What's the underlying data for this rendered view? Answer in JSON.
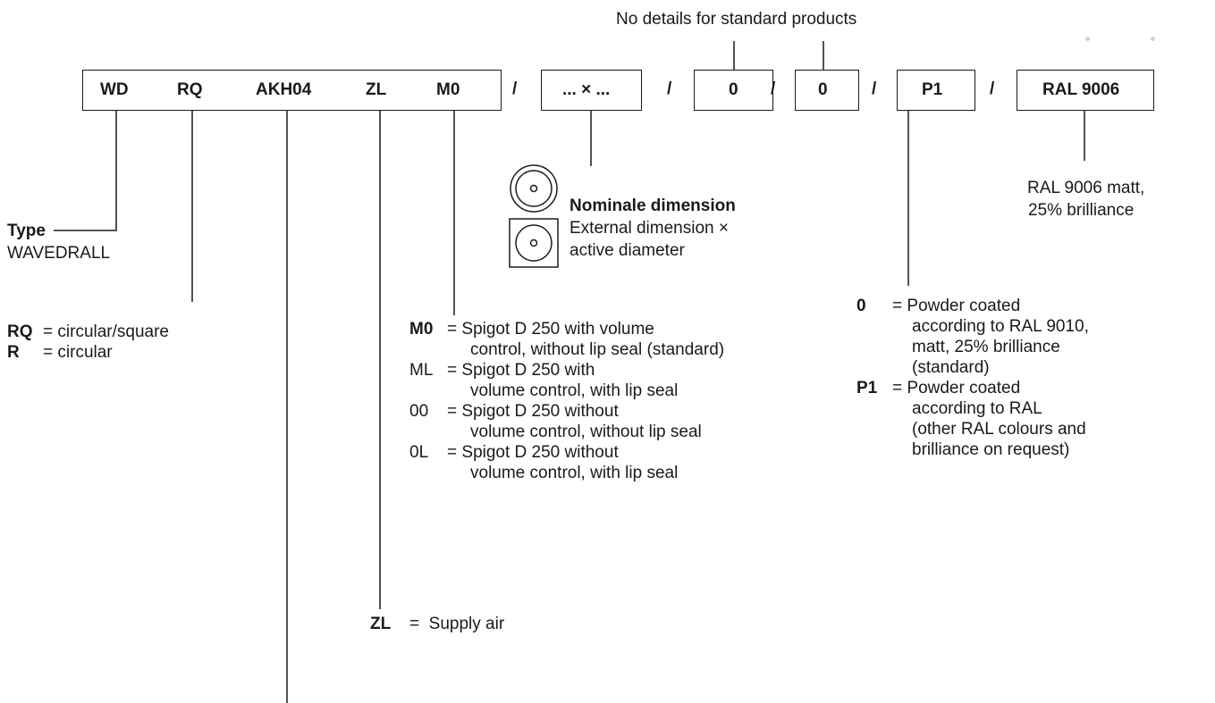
{
  "header_note": "No details for standard products",
  "codes": {
    "wd": "WD",
    "rq": "RQ",
    "akh": "AKH04",
    "zl": "ZL",
    "m0": "M0",
    "dim": "... × ...",
    "zero1": "0",
    "zero2": "0",
    "p1": "P1",
    "ral": "RAL 9006",
    "slash": "/"
  },
  "type": {
    "label": "Type",
    "value": "WAVEDRALL"
  },
  "rq_options": [
    {
      "code": "RQ",
      "eq": "=",
      "text": "circular/square"
    },
    {
      "code": "R",
      "eq": "=",
      "text": "circular"
    }
  ],
  "m_options": [
    {
      "code": "M0",
      "eq": "=",
      "line1": "Spigot D 250 with volume",
      "line2": "control, without lip seal (standard)"
    },
    {
      "code": "ML",
      "eq": "=",
      "line1": "Spigot D 250 with",
      "line2": "volume control, with lip seal"
    },
    {
      "code": "00",
      "eq": "=",
      "line1": "Spigot D 250 without",
      "line2": "volume control, without lip seal"
    },
    {
      "code": "0L",
      "eq": "=",
      "line1": "Spigot D 250 without",
      "line2": "volume control, with lip seal"
    }
  ],
  "dimension": {
    "title": "Nominale dimension",
    "line1": "External dimension ×",
    "line2": "active diameter"
  },
  "ral_note": {
    "line1": "RAL 9006 matt,",
    "line2": "25% brilliance"
  },
  "p_options": [
    {
      "code": "0",
      "eq": "=",
      "lines": [
        "Powder coated",
        "according to RAL 9010,",
        "matt, 25% brilliance",
        "(standard)"
      ]
    },
    {
      "code": "P1",
      "eq": "=",
      "lines": [
        "Powder coated",
        "according to RAL",
        "(other RAL colours and",
        "brilliance on request)"
      ]
    }
  ],
  "zl_option": {
    "code": "ZL",
    "eq": "=",
    "text": "Supply air"
  }
}
